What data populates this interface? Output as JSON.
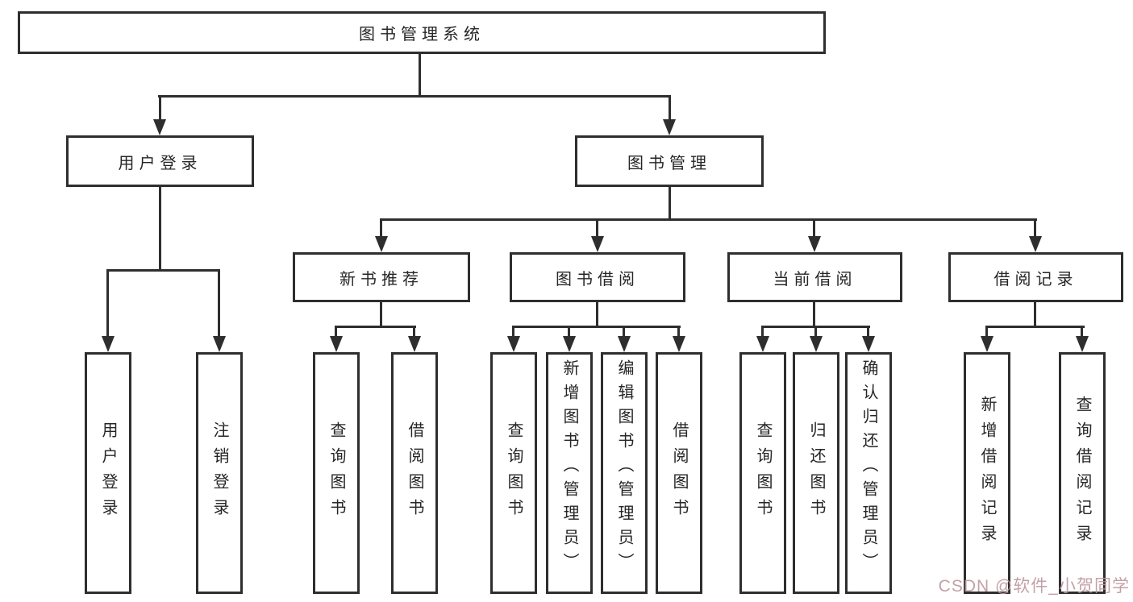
{
  "diagram": {
    "type": "hierarchy-tree",
    "background": "#ffffff",
    "line_color": "#2e2e2e",
    "text_color": "#262626",
    "watermark_color": "#bc969e"
  },
  "nodes": {
    "root": {
      "label": "图书管理系统"
    },
    "level1": [
      {
        "label": "用户登录"
      },
      {
        "label": "图书管理"
      }
    ],
    "level2": [
      {
        "label": "新书推荐",
        "parent": "图书管理"
      },
      {
        "label": "图书借阅",
        "parent": "图书管理"
      },
      {
        "label": "当前借阅",
        "parent": "图书管理"
      },
      {
        "label": "借阅记录",
        "parent": "图书管理"
      }
    ],
    "level3": [
      {
        "label": "用户登录",
        "parent": "用户登录"
      },
      {
        "label": "注销登录",
        "parent": "用户登录"
      },
      {
        "label": "查询图书",
        "parent": "新书推荐"
      },
      {
        "label": "借阅图书",
        "parent": "新书推荐"
      },
      {
        "label": "查询图书",
        "parent": "图书借阅"
      },
      {
        "label": "新增图书（管理员）",
        "parent": "图书借阅"
      },
      {
        "label": "编辑图书（管理员）",
        "parent": "图书借阅"
      },
      {
        "label": "借阅图书",
        "parent": "图书借阅"
      },
      {
        "label": "查询图书",
        "parent": "当前借阅"
      },
      {
        "label": "归还图书",
        "parent": "当前借阅"
      },
      {
        "label": "确认归还（管理员）",
        "parent": "当前借阅"
      },
      {
        "label": "新增借阅记录",
        "parent": "借阅记录"
      },
      {
        "label": "查询借阅记录",
        "parent": "借阅记录"
      }
    ]
  },
  "watermark": {
    "text": "CSDN @软件_小贺同学"
  }
}
